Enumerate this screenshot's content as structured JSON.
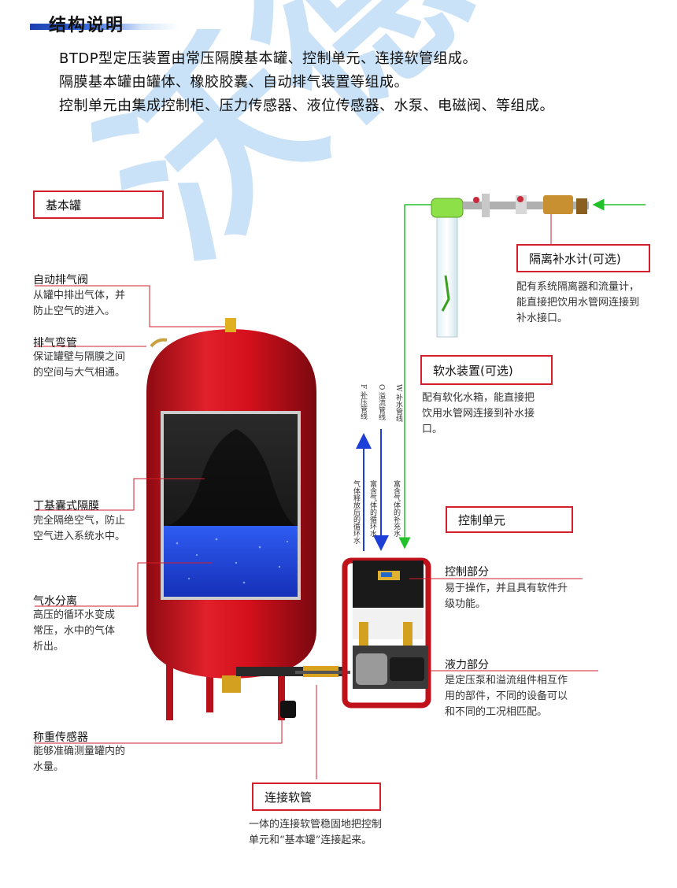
{
  "header": {
    "title": "结构说明",
    "lines": [
      "BTDP型定压装置由常压隔膜基本罐、控制单元、连接软管组成。",
      "隔膜基本罐由罐体、橡胶胶囊、自动排气装置等组成。",
      "控制单元由集成控制柜、压力传感器、液位传感器、水泵、电磁阀、等组成。"
    ]
  },
  "watermark": "沃德流体",
  "boxes": {
    "base_tank": "基本罐",
    "isolation": "隔离补水计(可选)",
    "softener": "软水装置(可选)",
    "control_unit": "控制单元",
    "hose": "连接软管"
  },
  "labels": {
    "auto_vent": {
      "title": "自动排气阀",
      "desc": [
        "从罐中排出气体，并",
        "防止空气的进入。"
      ]
    },
    "vent_bend": {
      "title": "排气弯管",
      "desc": [
        "保证罐壁与隔膜之间",
        "的空间与大气相通。"
      ]
    },
    "bladder": {
      "title": "丁基囊式隔膜",
      "desc": [
        "完全隔绝空气，防止",
        "空气进入系统水中。"
      ]
    },
    "separation": {
      "title": "气水分离",
      "desc": [
        "高压的循环水变成",
        "常压，水中的气体",
        "析出。"
      ]
    },
    "weight_sensor": {
      "title": "称重传感器",
      "desc": [
        "能够准确测量罐内的",
        "水量。"
      ]
    },
    "control_part": {
      "title": "控制部分",
      "desc": [
        "易于操作，并且具有软件升",
        "级功能。"
      ]
    },
    "hydraulic_part": {
      "title": "液力部分",
      "desc": [
        "是定压泵和溢流组件相互作",
        "用的部件，不同的设备可以",
        "和不同的工况相匹配。"
      ]
    }
  },
  "descs": {
    "isolation": [
      "配有系统隔离器和流量计，",
      "能直接把饮用水管网连接到",
      "补水接口。"
    ],
    "softener": [
      "配有软化水箱，能直接把",
      "饮用水管网连接到补水接",
      "口。"
    ],
    "hose": [
      "一体的连接软管稳固地把控制",
      "单元和“基本罐”连接起来。"
    ]
  },
  "flow_labels": {
    "f": "F 补压管线",
    "o": "O 溢流管线",
    "w": "W 补水管线",
    "g1": "气体释放后的循环水",
    "g2": "富含气体的循环水",
    "g3": "富含气体的补充水"
  },
  "colors": {
    "tank": "#d4101c",
    "frame_red": "#c0101a",
    "arrow_blue": "#1d3fd8",
    "arrow_green": "#22c02a",
    "water": "#1a40e0",
    "label_line": "#d21f2b"
  }
}
